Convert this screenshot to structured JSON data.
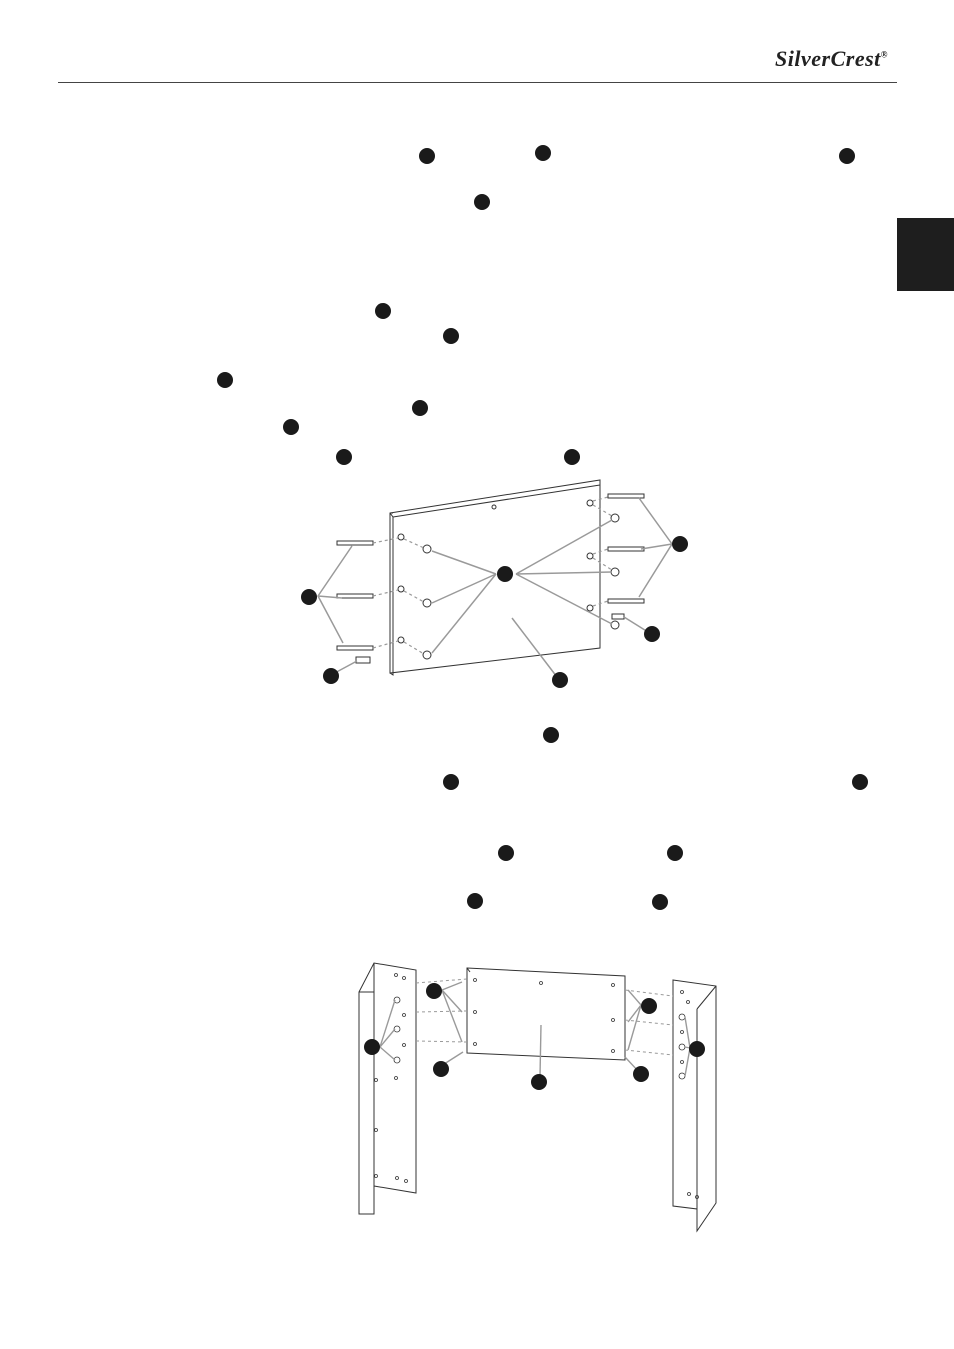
{
  "header": {
    "brand": "SilverCrest",
    "registered_mark": "®"
  },
  "side_tab": {
    "color": "#1e1e1e"
  },
  "colors": {
    "callout": "#1a1a1a",
    "leader": "#9a9a9a",
    "outline": "#333333"
  },
  "figures": {
    "figure1": "panel-with-dowels-and-cam-bolts",
    "figure2": "panel-between-two-side-panels"
  }
}
